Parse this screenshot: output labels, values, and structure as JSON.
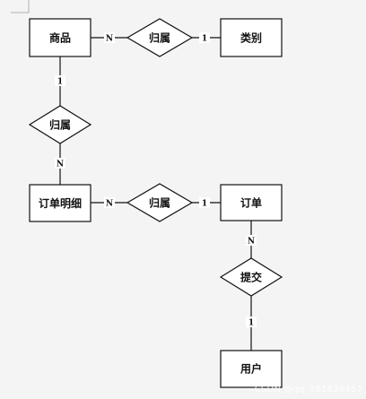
{
  "entities": {
    "product": "商品",
    "category": "类别",
    "order_detail": "订单明细",
    "order": "订单",
    "user": "用户"
  },
  "relationships": {
    "product_category": "归属",
    "product_detail": "归属",
    "detail_order": "归属",
    "order_user": "提交"
  },
  "cardinalities": {
    "product_category_product": "N",
    "product_category_category": "1",
    "product_detail_product": "1",
    "product_detail_detail": "N",
    "detail_order_detail": "N",
    "detail_order_order": "1",
    "order_user_order": "N",
    "order_user_user": "1"
  },
  "watermark": "CSDN @qq_261836457"
}
